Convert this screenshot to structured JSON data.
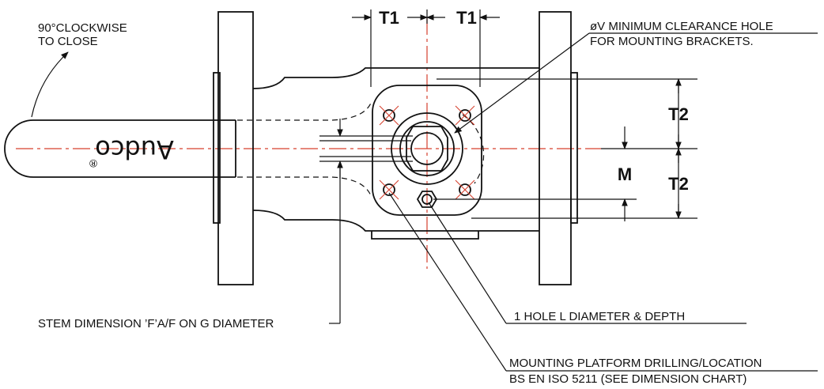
{
  "notes": {
    "rotation_line1": "90°CLOCKWISE",
    "rotation_line2": "TO CLOSE",
    "clearance_line1": "øV MINIMUM CLEARANCE HOLE",
    "clearance_line2": "FOR MOUNTING BRACKETS.",
    "stem_dimension": "STEM DIMENSION ’F’A/F ON G DIAMETER",
    "hole_note": "1 HOLE L DIAMETER & DEPTH",
    "platform_line1": "MOUNTING PLATFORM DRILLING/LOCATION",
    "platform_line2": "BS EN ISO 5211 (SEE DIMENSION CHART)"
  },
  "dimensions": {
    "t1_left": "T1",
    "t1_right": "T1",
    "t2_upper": "T2",
    "t2_lower": "T2",
    "m": "M"
  },
  "handle": {
    "brand": "Audco",
    "registered_mark": "®"
  },
  "colors": {
    "line": "#111111",
    "centerline": "#d6402e",
    "background": "#ffffff"
  }
}
